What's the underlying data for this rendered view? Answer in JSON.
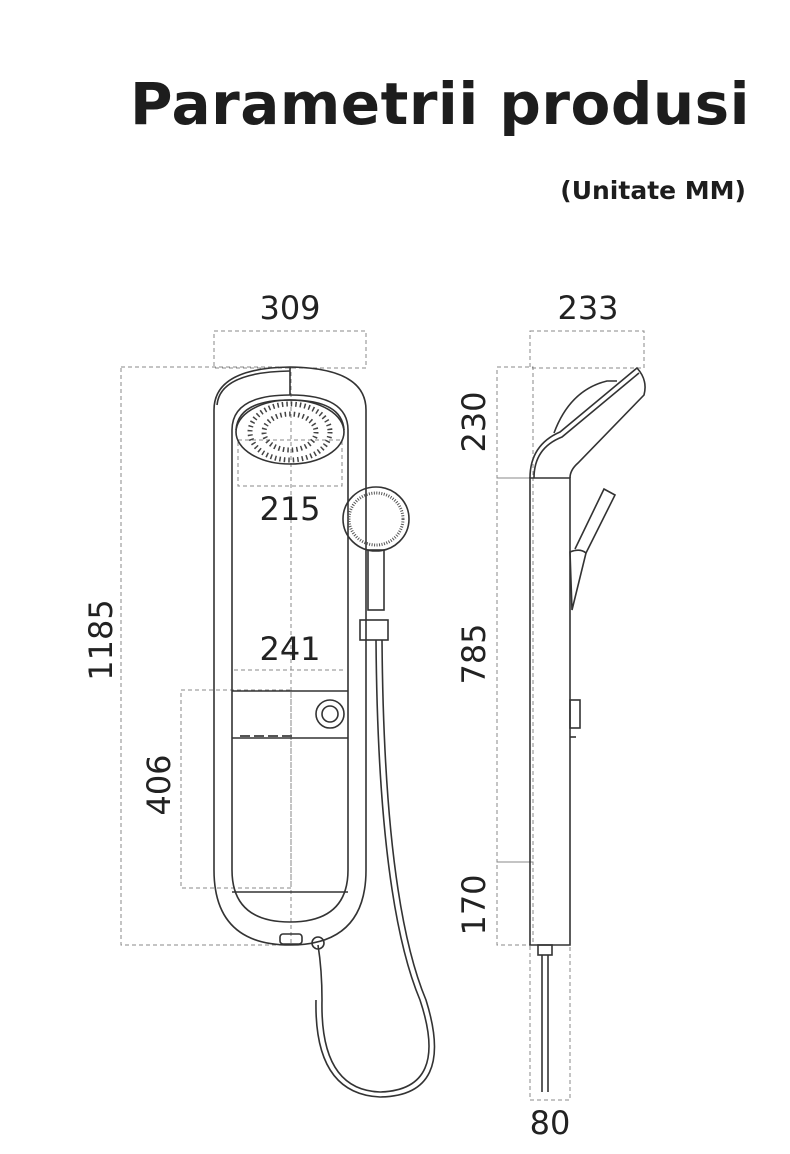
{
  "title": "Parametrii produsi",
  "unit": "(Unitate MM)",
  "dimensions": {
    "front_width": "309",
    "front_height": "1185",
    "overhead_width": "215",
    "panel_inner_width": "241",
    "lower_section": "406",
    "side_depth": "233",
    "head_height": "230",
    "body_height": "785",
    "bottom_height": "170",
    "bottom_depth": "80"
  }
}
